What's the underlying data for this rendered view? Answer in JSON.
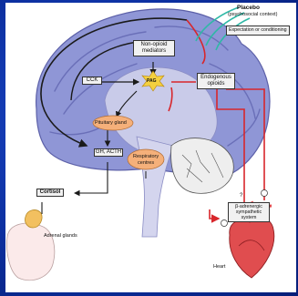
{
  "labels": {
    "placebo_title": "Placebo",
    "placebo_sub": "(psychosocial context)",
    "expectation": "Expectation or conditioning",
    "non_opioid": [
      "Non-opioid",
      "mediators"
    ],
    "cck": "CCK",
    "pag": "PAG",
    "endogenous_opioids": [
      "Endogenous",
      "opioids"
    ],
    "pituitary": "Pituitary gland",
    "gh_acth": "GH, ACTH",
    "respiratory": [
      "Respiratory",
      "centres"
    ],
    "cortisol": "Cortisol",
    "adrenal": "Adrenal glands",
    "beta_adrenergic": [
      "β-adrenergic",
      "sympathetic",
      "system"
    ],
    "heart": "Heart",
    "qmark": "?"
  },
  "colors": {
    "brain": "#8f96d6",
    "brain_dark": "#6a6fb8",
    "brainstem": "#c9cbe9",
    "pathway_red": "#d8262b",
    "pathway_black": "#1a1a1a",
    "placebo_green": "#2fb8a6",
    "gland": "#f5b07a",
    "heart": "#e04d4f"
  },
  "icons": [
    "placebo-waves-icon",
    "pag-star-icon",
    "adrenal-kidney-icon",
    "heart-icon"
  ]
}
